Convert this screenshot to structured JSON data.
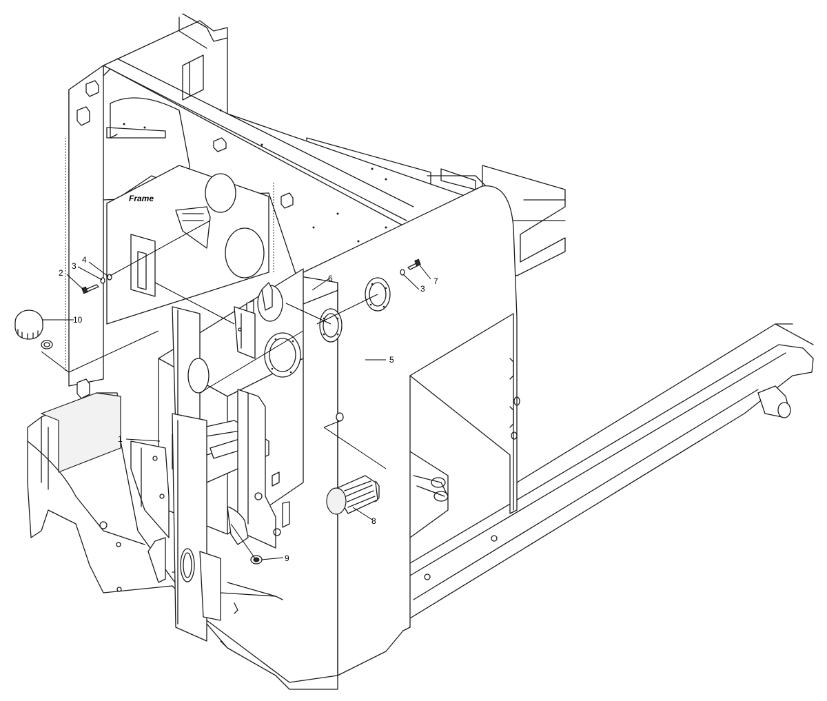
{
  "diagram": {
    "title": "Frame",
    "callouts": [
      {
        "id": "c1",
        "label": "1"
      },
      {
        "id": "c2",
        "label": "2"
      },
      {
        "id": "c3a",
        "label": "3"
      },
      {
        "id": "c3b",
        "label": "3"
      },
      {
        "id": "c4",
        "label": "4"
      },
      {
        "id": "c5",
        "label": "5"
      },
      {
        "id": "c6",
        "label": "6"
      },
      {
        "id": "c7",
        "label": "7"
      },
      {
        "id": "c8",
        "label": "8"
      },
      {
        "id": "c9",
        "label": "9"
      },
      {
        "id": "c10",
        "label": "10"
      }
    ]
  }
}
